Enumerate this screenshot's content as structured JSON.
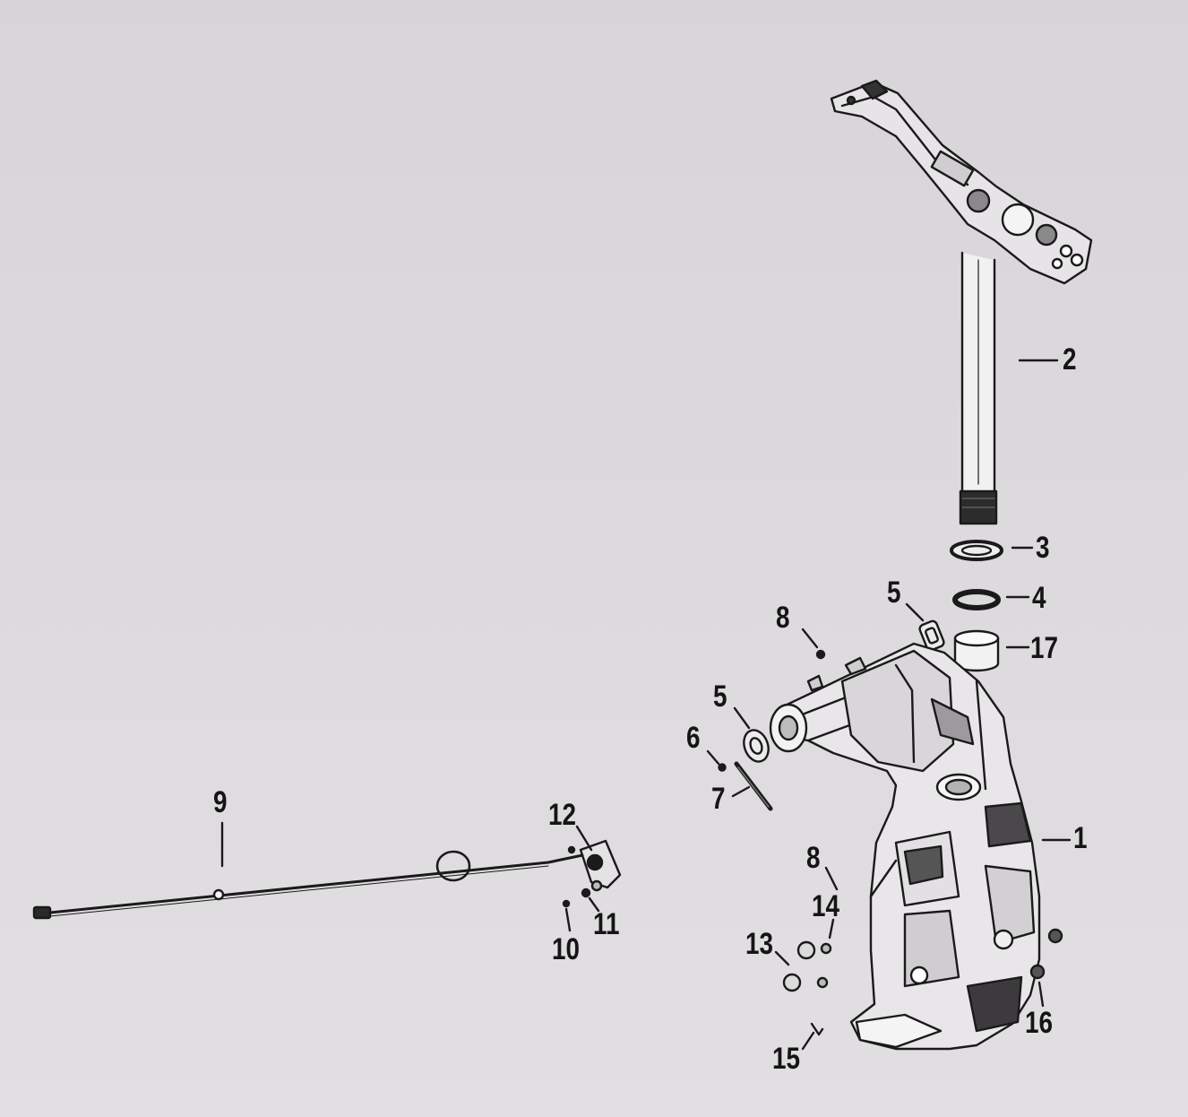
{
  "callouts": {
    "c1": "1",
    "c2": "2",
    "c3": "3",
    "c4": "4",
    "c5a": "5",
    "c5b": "5",
    "c6": "6",
    "c7": "7",
    "c8a": "8",
    "c8b": "8",
    "c9": "9",
    "c10": "10",
    "c11": "11",
    "c12": "12",
    "c13": "13",
    "c14": "14",
    "c15": "15",
    "c16": "16",
    "c17": "17"
  },
  "colors": {
    "background": "#d6d4d6",
    "linework": "#1a1a1a",
    "label": "#151515"
  }
}
